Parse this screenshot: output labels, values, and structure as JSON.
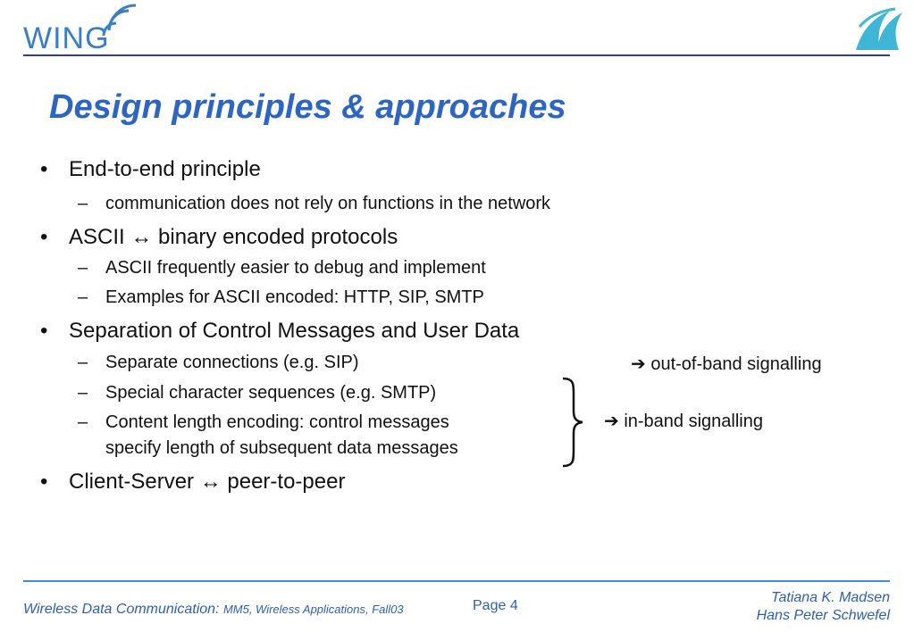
{
  "header": {
    "logo_text": "WING"
  },
  "slide": {
    "title": "Design principles & approaches",
    "bullets": [
      {
        "text": "End-to-end principle",
        "subs": [
          "communication does not rely on functions in the network"
        ]
      },
      {
        "pre": "ASCII ",
        "post": " binary encoded protocols",
        "subs": [
          "ASCII frequently easier to debug and implement",
          "Examples for ASCII encoded: HTTP, SIP, SMTP"
        ]
      },
      {
        "text": "Separation of Control Messages and User Data",
        "subs": [
          "Separate connections (e.g. SIP)",
          "Special character sequences (e.g. SMTP)",
          "Content length encoding: control messages",
          "specify length of subsequent data messages"
        ]
      },
      {
        "pre": "Client-Server ",
        "post": " peer-to-peer",
        "subs": []
      }
    ],
    "symbols": {
      "bullet": "•",
      "dash": "–",
      "bidir_arrow": "↔",
      "right_arrow": "➔"
    },
    "notes": {
      "out_of_band": "out-of-band signalling",
      "in_band": "in-band signalling"
    }
  },
  "footer": {
    "course": "Wireless Data Communication:",
    "course_detail": "MM5, Wireless Applications, Fall03",
    "page": "Page 4",
    "author1": "Tatiana K. Madsen",
    "author2": "Hans Peter Schwefel"
  },
  "colors": {
    "title": "#2d65c0",
    "rule_top": "#2b3f9a",
    "rule_bottom": "#3f8fd8",
    "logo": "#3a7fc4",
    "logo_mark": "#3fb6d6"
  },
  "icons": {
    "logo_signal": "signal-arcs-icon",
    "corner_logo": "wave-logo-icon"
  }
}
